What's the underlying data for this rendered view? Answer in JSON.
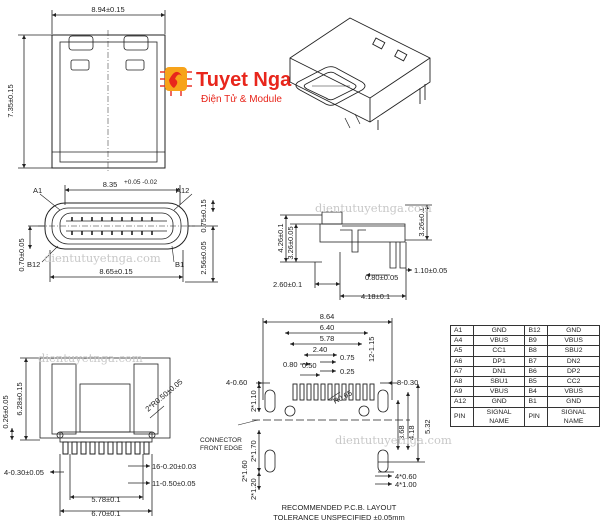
{
  "logo": {
    "name": "Tuyet Nga",
    "tagline": "Điện Tử & Module"
  },
  "watermarks": [
    "dientutuyetnga.com",
    "dientutuyetnga.com",
    "dientuyetnga.com",
    "dientutuyetnga.com"
  ],
  "top_view": {
    "width": "8.94±0.15",
    "height": "7.35±0.15"
  },
  "front_view": {
    "pin_a1": "A1",
    "pin_a12": "A12",
    "pin_b12": "B12",
    "pin_b1": "B1",
    "opening": "8.35",
    "opening_tol": "+0.05 -0.02",
    "body": "8.65±0.15",
    "right_top": "0.75±0.15",
    "right_bottom": "2.56±0.05",
    "left": "0.70±0.05"
  },
  "side_view": {
    "h1": "4.26±0.1",
    "h2": "3.26±0.05",
    "h3": "3.26±0.1",
    "d1": "0.80±0.05",
    "d2": "1.10±0.05",
    "d3": "2.60±0.1",
    "d4": "4.18±0.1"
  },
  "bottom_view": {
    "height": "6.28±0.15",
    "offset": "0.26±0.05",
    "radius": "2*R0.50±0.05",
    "pitch": "16-0.20±0.03",
    "pad": "11-0.50±0.05",
    "lead": "4-0.30±0.05",
    "w1": "5.78±0.1",
    "w2": "6.70±0.1"
  },
  "pcb_layout": {
    "connector_label": "CONNECTOR FRONT EDGE",
    "w_864": "8.64",
    "w_640": "6.40",
    "w_578": "5.78",
    "w_240": "2.40",
    "w_075": "0.75",
    "w_080": "0.80",
    "w_050": "0.50",
    "w_025": "0.25",
    "w_115": "12-1.15",
    "pads_4_060": "4-0.60",
    "pads_8_030": "8-0.30",
    "r065": "R0.65",
    "v_210": "2*1.10",
    "v_170": "2*1.70",
    "v_160": "2*1.60",
    "v_120": "2*1.20",
    "v_368": "3.68",
    "v_418": "4.18",
    "v_532": "5.32",
    "h_060": "4*0.60",
    "h_100": "4*1.00",
    "title": "RECOMMENDED  P.C.B.  LAYOUT",
    "tolerance": "TOLERANCE  UNSPECIFIED  ±0.05mm"
  },
  "pin_table": {
    "rows": [
      [
        "A1",
        "GND",
        "B12",
        "GND"
      ],
      [
        "A4",
        "VBUS",
        "B9",
        "VBUS"
      ],
      [
        "A5",
        "CC1",
        "B8",
        "SBU2"
      ],
      [
        "A6",
        "DP1",
        "B7",
        "DN2"
      ],
      [
        "A7",
        "DN1",
        "B6",
        "DP2"
      ],
      [
        "A8",
        "SBU1",
        "B5",
        "CC2"
      ],
      [
        "A9",
        "VBUS",
        "B4",
        "VBUS"
      ],
      [
        "A12",
        "GND",
        "B1",
        "GND"
      ],
      [
        "PIN",
        "SIGNAL NAME",
        "PIN",
        "SIGNAL NAME"
      ]
    ]
  }
}
